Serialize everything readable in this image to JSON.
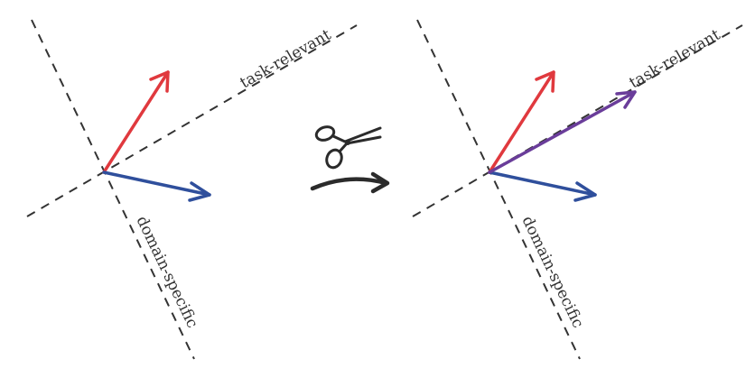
{
  "diagram": {
    "left_panel": {
      "axis_labels": {
        "task": "task-relevant",
        "domain": "domain-specific"
      }
    },
    "right_panel": {
      "axis_labels": {
        "task": "task-relevant",
        "domain": "domain-specific"
      }
    },
    "transition": {
      "icon": "scissors-icon",
      "arrow": "curved-arrow-icon"
    }
  },
  "colors": {
    "red_vector": "#e0393e",
    "blue_vector": "#2f4f9c",
    "purple_vector": "#6a3d9a",
    "axis": "#333333",
    "icon": "#2b2b2b"
  }
}
